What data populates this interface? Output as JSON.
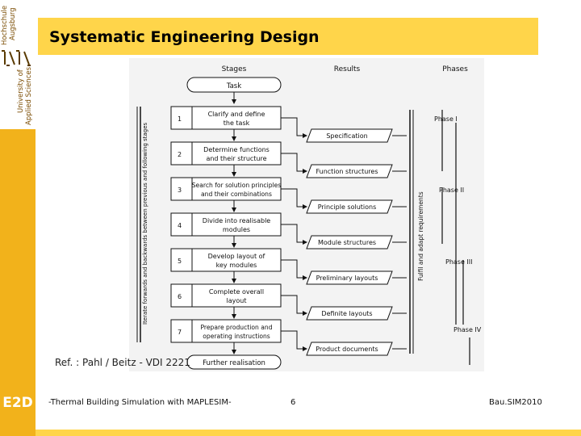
{
  "sidebar": {
    "org_line1": "Hochschule",
    "org_line2": "Augsburg",
    "org_line3": "University of",
    "org_line4": "Applied Sciences",
    "logo_label": "E2D",
    "accent_color": "#f2b21b"
  },
  "header": {
    "title": "Systematic Engineering Design",
    "color": "#ffd54a"
  },
  "diagram": {
    "col_stages": "Stages",
    "col_results": "Results",
    "col_phases": "Phases",
    "task": "Task",
    "stages": [
      {
        "num": "1",
        "line1": "Clarify and define",
        "line2": "the task"
      },
      {
        "num": "2",
        "line1": "Determine functions",
        "line2": "and their structure"
      },
      {
        "num": "3",
        "line1": "Search for solution principles",
        "line2": "and their combinations"
      },
      {
        "num": "4",
        "line1": "Divide into realisable",
        "line2": "modules"
      },
      {
        "num": "5",
        "line1": "Develop layout of",
        "line2": "key modules"
      },
      {
        "num": "6",
        "line1": "Complete overall",
        "line2": "layout"
      },
      {
        "num": "7",
        "line1": "Prepare production and",
        "line2": "operating instructions"
      }
    ],
    "results": [
      "Specification",
      "Function structures",
      "Principle solutions",
      "Module structures",
      "Preliminary layouts",
      "Definite layouts",
      "Product documents"
    ],
    "further": "Further realisation",
    "left_side_label": "Iterate forwards and backwards between previous and following stages",
    "right_side_label": "Fulfil and adapt requirements",
    "phases": [
      "Phase I",
      "Phase II",
      "Phase III",
      "Phase IV"
    ]
  },
  "reference": "Ref. : Pahl / Beitz - VDI 2221",
  "footer": {
    "course": "-Thermal Building Simulation with MAPLESIM-",
    "page": "6",
    "event": "Bau.SIM2010"
  }
}
